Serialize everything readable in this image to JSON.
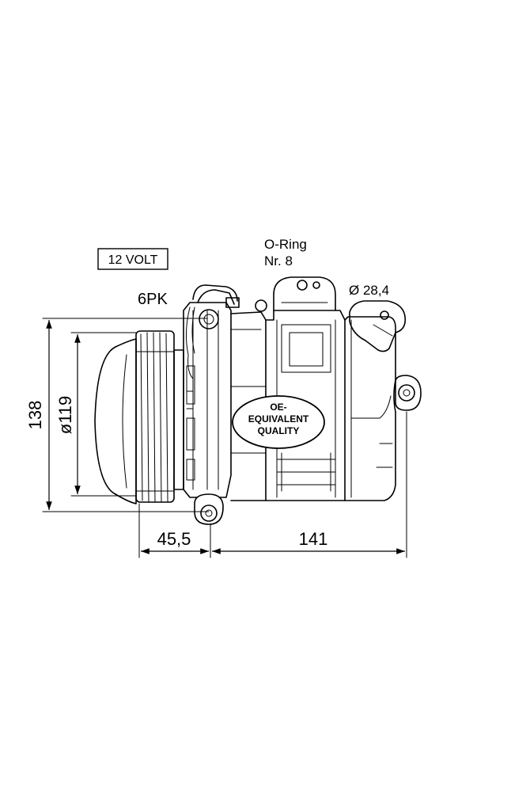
{
  "labels": {
    "voltage": "12 VOLT",
    "o_ring_line1": "O-Ring",
    "o_ring_line2": "Nr. 8",
    "belt": "6PK",
    "port_diameter": "Ø 28,4",
    "badge_line1": "OE-",
    "badge_line2": "EQUIVALENT",
    "badge_line3": "QUALITY"
  },
  "dimensions": {
    "height_overall": "138",
    "pulley_diameter": "ø119",
    "pulley_offset": "45,5",
    "body_length": "141"
  },
  "colors": {
    "line": "#000000",
    "background": "#ffffff"
  }
}
